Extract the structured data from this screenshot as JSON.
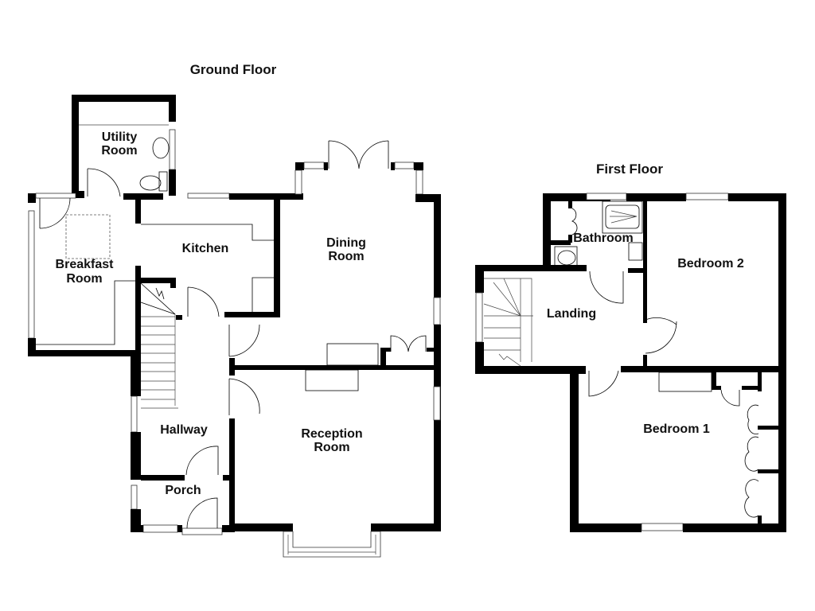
{
  "titles": {
    "ground_floor": "Ground Floor",
    "first_floor": "First Floor"
  },
  "ground_floor": {
    "rooms": {
      "utility_line1": "Utility",
      "utility_line2": "Room",
      "breakfast_line1": "Breakfast",
      "breakfast_line2": "Room",
      "kitchen": "Kitchen",
      "dining_line1": "Dining",
      "dining_line2": "Room",
      "hallway": "Hallway",
      "reception_line1": "Reception",
      "reception_line2": "Room",
      "porch": "Porch"
    }
  },
  "first_floor": {
    "rooms": {
      "bathroom": "Bathroom",
      "bedroom2": "Bedroom 2",
      "landing": "Landing",
      "bedroom1": "Bedroom 1"
    }
  },
  "colors": {
    "wall": "#000000",
    "background": "#ffffff"
  }
}
